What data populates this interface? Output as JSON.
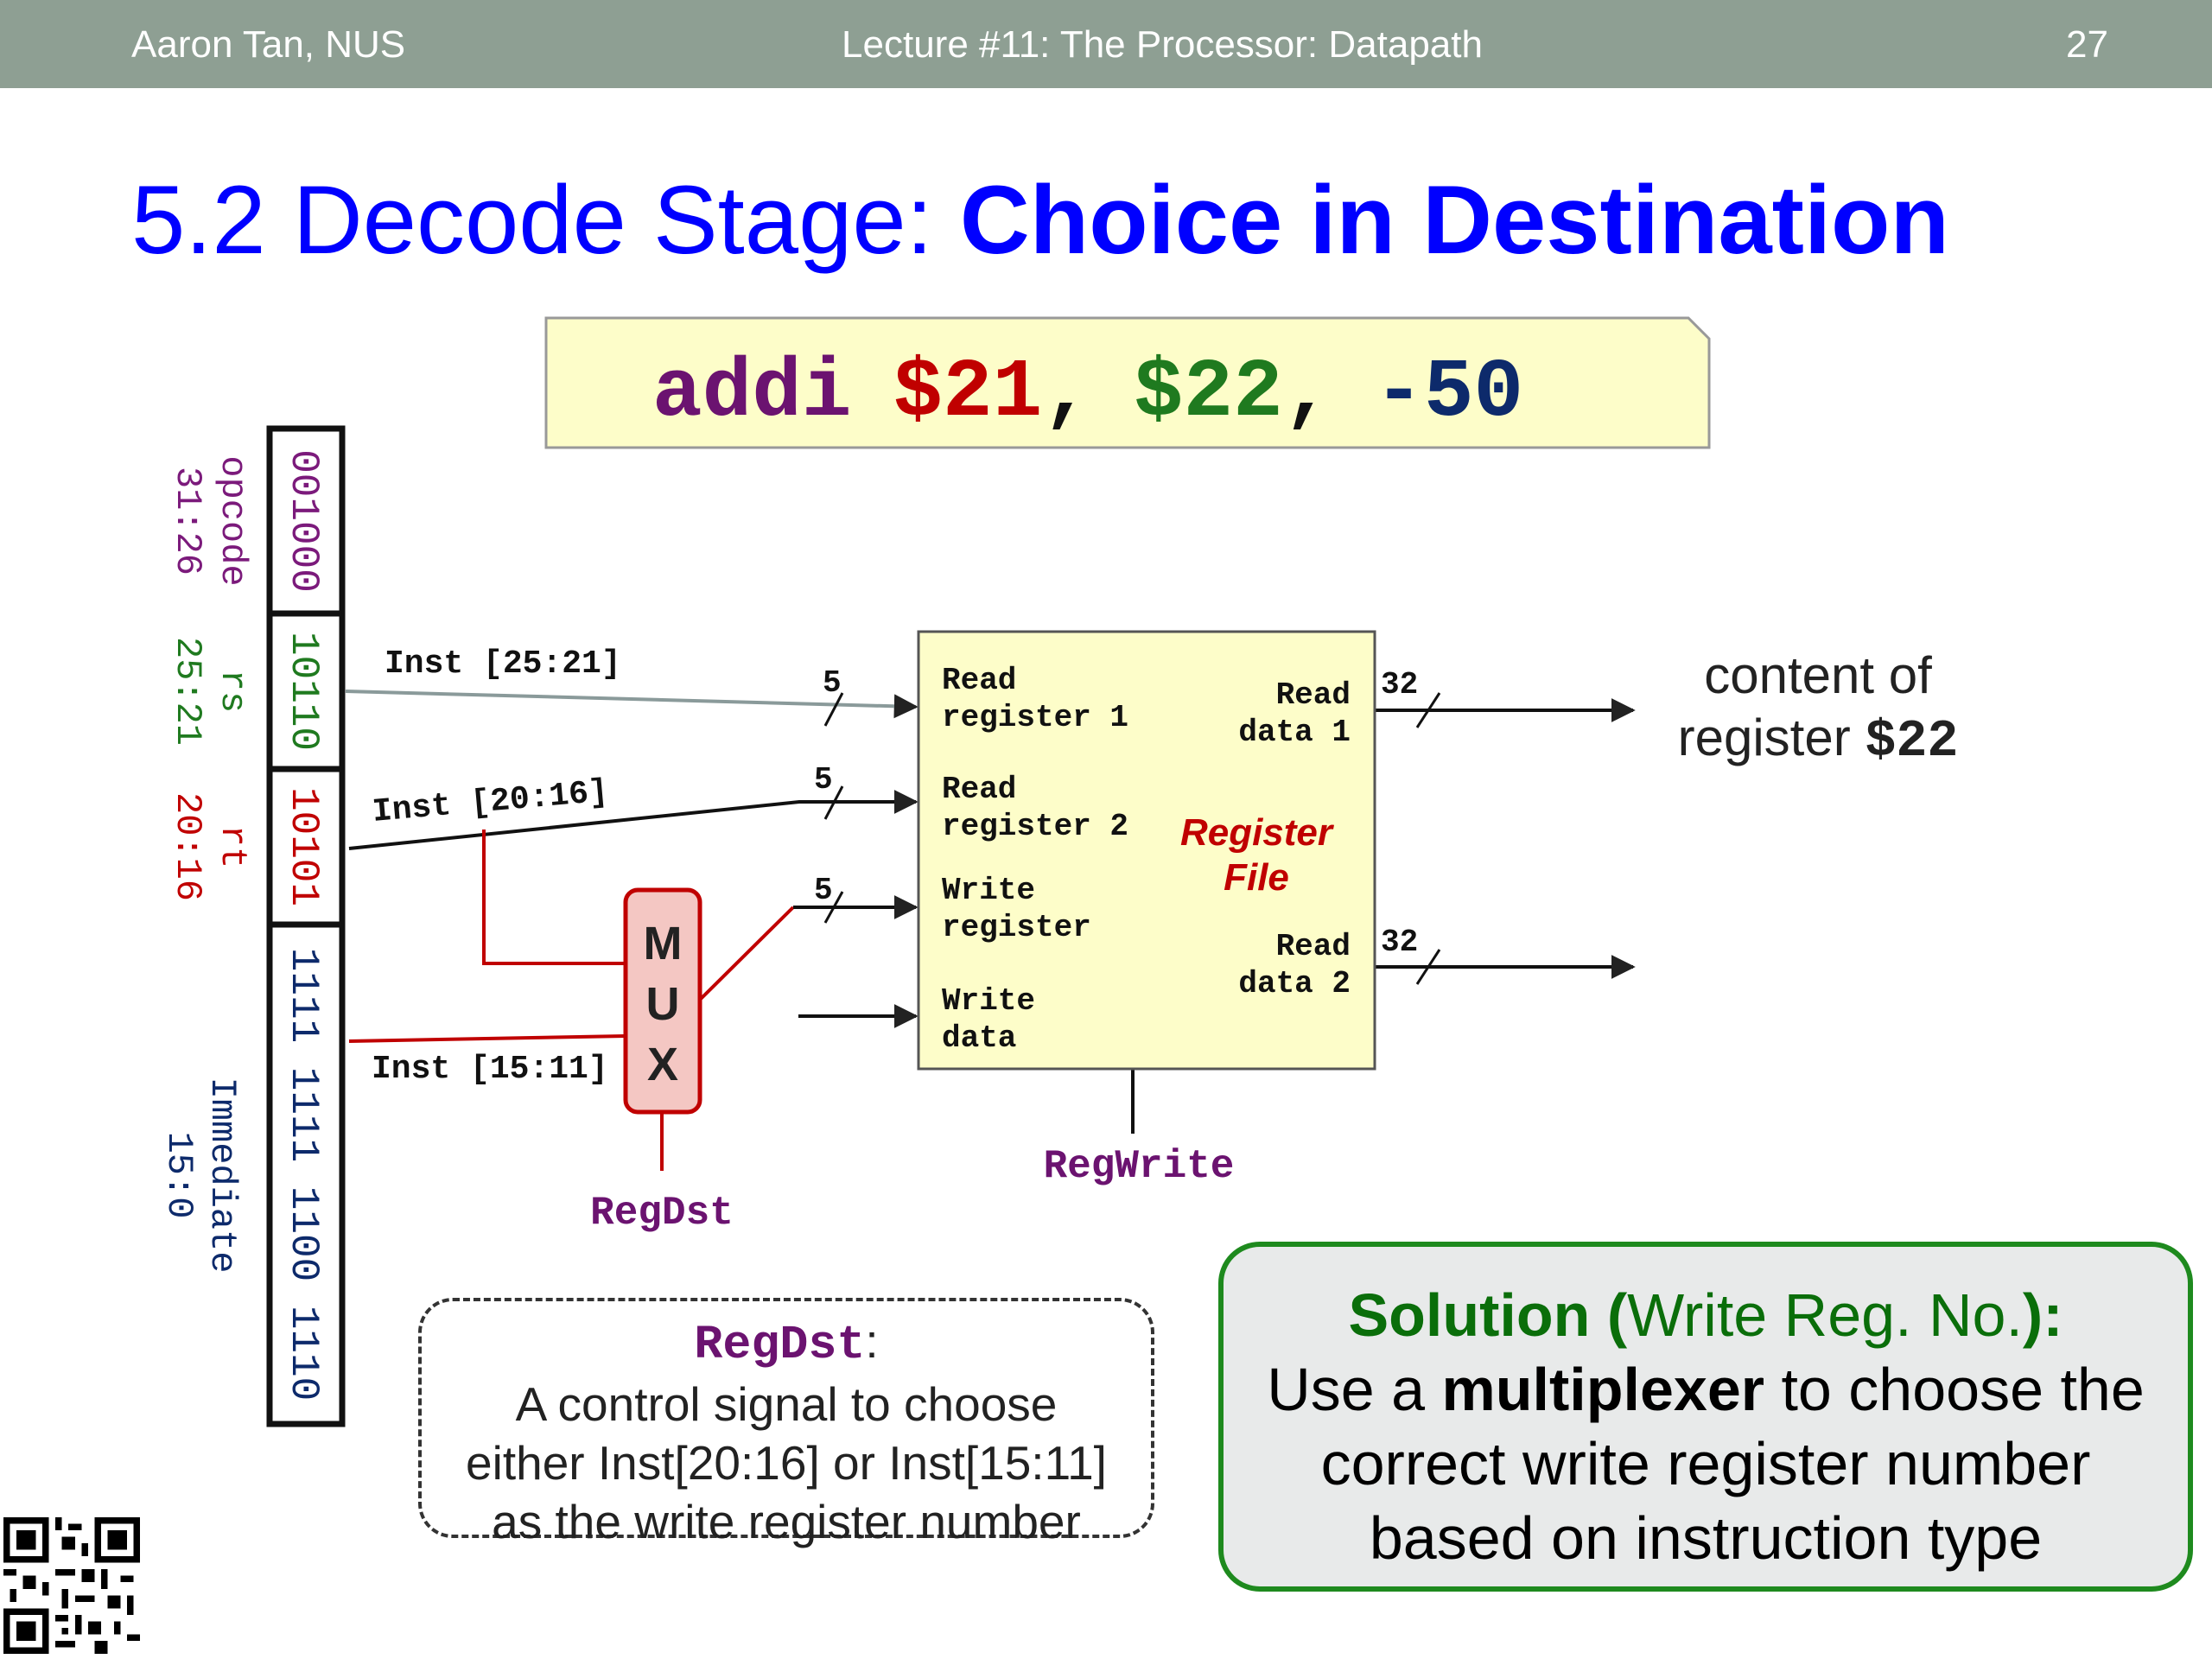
{
  "header": {
    "author": "Aaron Tan, NUS",
    "lecture": "Lecture #11: The Processor: Datapath",
    "page": "27"
  },
  "title": {
    "prefix": "5.2 Decode Stage: ",
    "bold": "Choice in Destination"
  },
  "instruction": {
    "op": "addi",
    "rd": "$21",
    "sep1": ",",
    "rs": "$22",
    "sep2": ",",
    "imm": "-50"
  },
  "fields": [
    {
      "bits": "001000",
      "name": "opcode",
      "range": "31:26",
      "color": "#7b1a7b"
    },
    {
      "bits": "10110",
      "name": "rs",
      "range": "25:21",
      "color": "#1f7a1f"
    },
    {
      "bits": "10101",
      "name": "rt",
      "range": "20:16",
      "color": "#c00000"
    },
    {
      "bits": "1111 1111 1100 1110",
      "name": "Immediate",
      "range": "15:0",
      "color": "#0d2a6b"
    }
  ],
  "wires": {
    "inst_25_21": "Inst [25:21]",
    "inst_20_16": "Inst [20:16]",
    "inst_15_11": "Inst [15:11]",
    "width_5": "5",
    "width_32": "32"
  },
  "mux": {
    "letters": [
      "M",
      "U",
      "X"
    ]
  },
  "register_file": {
    "name_line1": "Register",
    "name_line2": "File",
    "read_reg1": [
      "Read",
      "register 1"
    ],
    "read_reg2": [
      "Read",
      "register 2"
    ],
    "write_reg": [
      "Write",
      "register"
    ],
    "write_data": [
      "Write",
      "data"
    ],
    "read_data1": [
      "Read",
      "data 1"
    ],
    "read_data2": [
      "Read",
      "data 2"
    ]
  },
  "signals": {
    "regdst": "RegDst",
    "regwrite": "RegWrite"
  },
  "output_label": {
    "line1": "content of",
    "line2_prefix": "register ",
    "line2_reg": "$22"
  },
  "regdst_note": {
    "name": "RegDst",
    "colon": ":",
    "line1": "A control signal to choose",
    "line2": "either Inst[20:16] or Inst[15:11]",
    "line3": "as the write register number"
  },
  "solution": {
    "head": "Solution (",
    "head_sub": "Write Reg. No.",
    "head_end": "):",
    "line1_a": "Use a ",
    "line1_b": "multiplexer",
    "line1_c": " to choose the",
    "line2": "correct write register number",
    "line3": "based on instruction type"
  },
  "colors": {
    "header_bg": "#8e9f93",
    "title_blue": "#0000ff",
    "regfile_fill": "#fdfdc9",
    "mux_fill": "#f4c7c3",
    "mux_stroke": "#c00000",
    "solution_border": "#1e8a1e"
  }
}
